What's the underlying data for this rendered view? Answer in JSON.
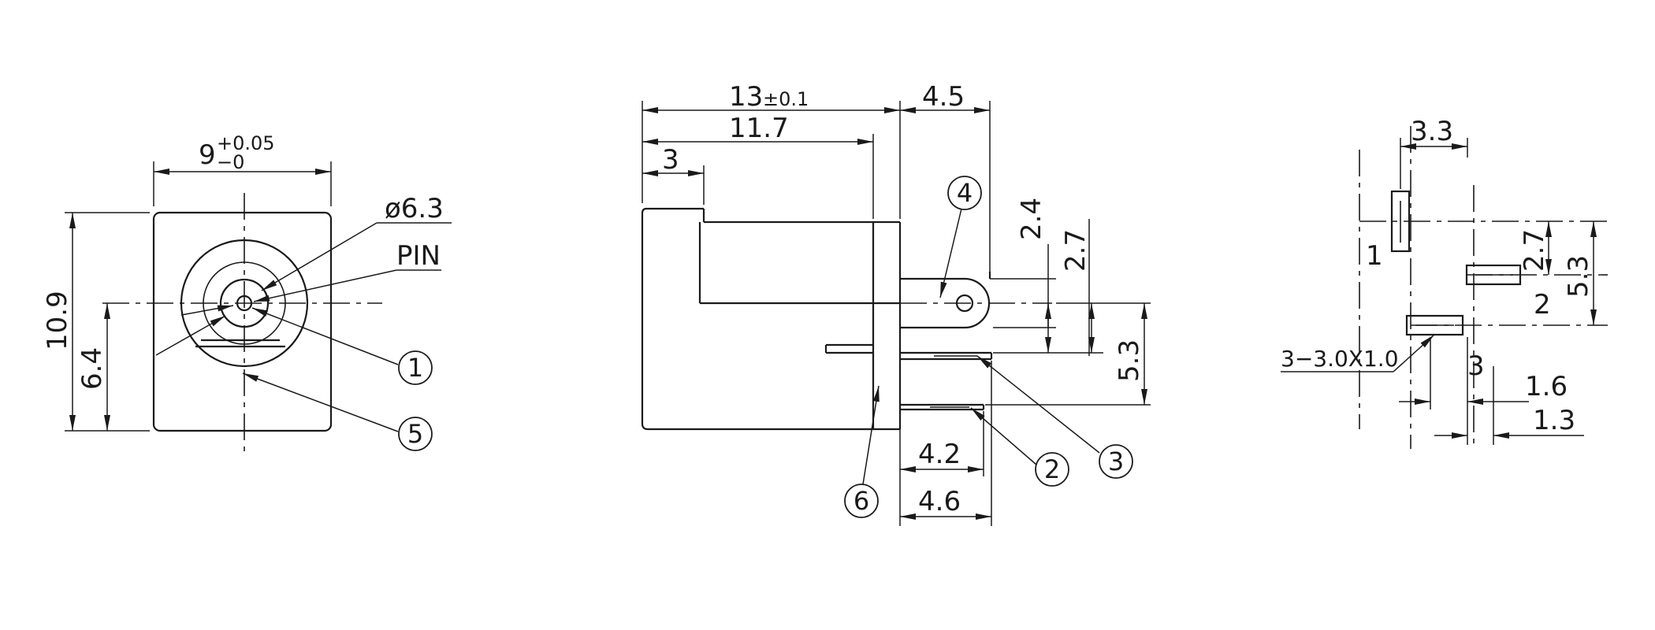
{
  "front_view": {
    "width_dim": "9",
    "width_tol_plus": "+0.05",
    "width_tol_minus": "−0",
    "height_dim": "10.9",
    "center_height_dim": "6.4",
    "bore_dia": "ø6.3",
    "pin_label": "PIN",
    "callouts": [
      "1",
      "5"
    ]
  },
  "side_view": {
    "overall_length": "13",
    "overall_tol": "±0.1",
    "body_length": "11.7",
    "nose_length": "3",
    "terminal_reach": "4.5",
    "pin_height_a": "2.4",
    "pin_height_b": "2.7",
    "terminal_spacing": "5.3",
    "terminal_len_short": "4.2",
    "terminal_len_long": "4.6",
    "callouts": [
      "4",
      "3",
      "2",
      "6"
    ]
  },
  "pcb_layout": {
    "hole_spacing_x": "3.3",
    "hole_spacing_y_a": "2.7",
    "hole_spacing_y_b": "5.3",
    "hole_spec": "3−3.0X1.0",
    "offset_a": "1.6",
    "offset_b": "1.3",
    "pad_labels": [
      "1",
      "2",
      "3"
    ]
  }
}
